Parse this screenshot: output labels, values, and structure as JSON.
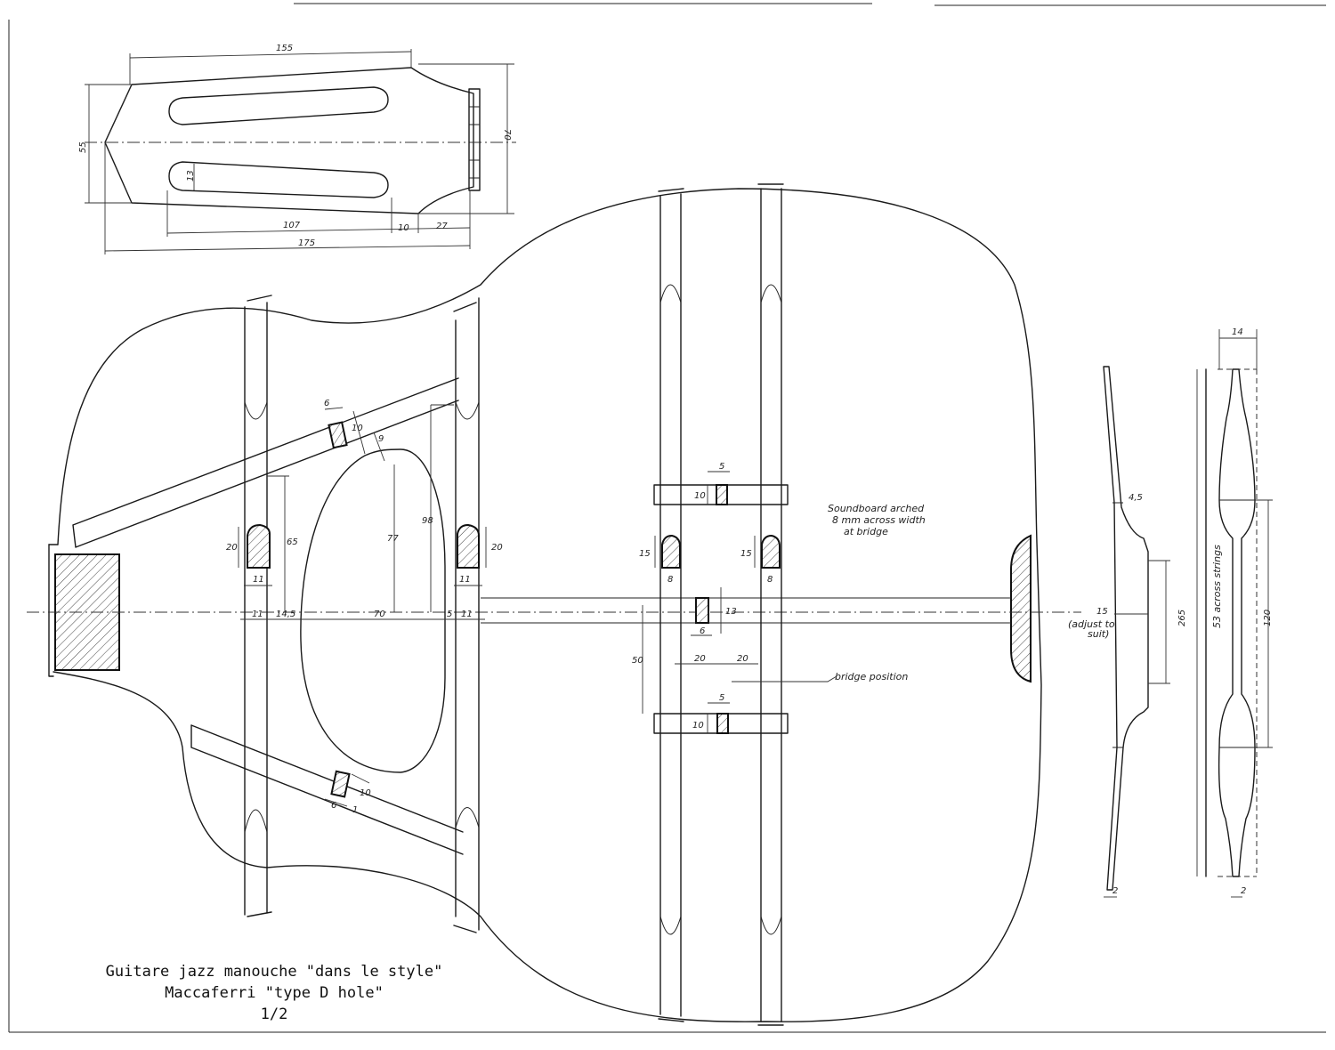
{
  "title": {
    "line1": "Guitare jazz manouche \"dans le style\"",
    "line2": "Maccaferri \"type D hole\"",
    "line3": "1/2"
  },
  "notes": {
    "soundboard_1": "Soundboard arched",
    "soundboard_2": "8 mm across width",
    "soundboard_3": "at bridge",
    "bridge_position": "bridge position",
    "adjust_1": "(adjust to",
    "adjust_2": "suit)",
    "across_strings": "53 across strings"
  },
  "dimensions": {
    "headstock_155": "155",
    "headstock_55": "55",
    "headstock_70": "70",
    "headstock_13": "13",
    "headstock_107": "107",
    "headstock_10": "10",
    "headstock_27": "27",
    "headstock_175": "175",
    "brace_6_top": "6",
    "brace_10_top": "10",
    "brace_9": "9",
    "bar_20_left": "20",
    "bar_11_left": "11",
    "dim_65": "65",
    "dim_77": "77",
    "dim_98": "98",
    "bar_20_right": "20",
    "bar_11_right": "11",
    "base_11": "11",
    "base_14_5": "14,5",
    "base_70": "70",
    "base_5": "5",
    "base_11_r": "11",
    "brace_6_bot": "6",
    "brace_10_bot": "10",
    "brace_1_bot": "1",
    "upper_5": "5",
    "upper_10": "10",
    "bar_15_left": "15",
    "bar_8_left": "8",
    "bar_15_right": "15",
    "bar_8_right": "8",
    "center_13": "13",
    "center_6": "6",
    "dim_50": "50",
    "dim_20_left": "20",
    "dim_20_right": "20",
    "lower_5": "5",
    "lower_10": "10",
    "bridge_4_5": "4,5",
    "bridge_15": "15",
    "bridge_2": "2",
    "plan_14": "14",
    "plan_265": "265",
    "plan_120": "120",
    "plan_2": "2"
  }
}
